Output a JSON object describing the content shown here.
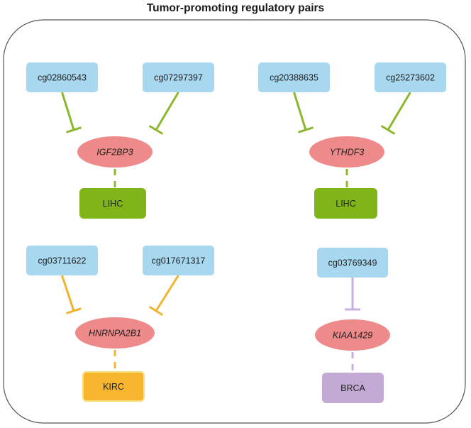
{
  "title": "Tumor-promoting regulatory pairs",
  "colors": {
    "probe_box": "#a8d8f0",
    "gene_ellipse": "#ee8a8a",
    "frame_stroke": "#555555"
  },
  "groups": [
    {
      "probes": [
        "cg02860543",
        "cg07297397"
      ],
      "gene": "IGF2BP3",
      "cancer": "LIHC",
      "edge_color": "#8bb82e",
      "cancer_fill": "#7fb519",
      "cancer_stroke": "#7fb519"
    },
    {
      "probes": [
        "cg20388635",
        "cg25273602"
      ],
      "gene": "YTHDF3",
      "cancer": "LIHC",
      "edge_color": "#8bb82e",
      "cancer_fill": "#7fb519",
      "cancer_stroke": "#7fb519"
    },
    {
      "probes": [
        "cg03711622",
        "cg017671317"
      ],
      "gene": "HNRNPA2B1",
      "cancer": "KIRC",
      "edge_color": "#f2b331",
      "cancer_fill": "#f7b530",
      "cancer_stroke": "#f5e07a"
    },
    {
      "probes": [
        "cg03769349"
      ],
      "gene": "KIAA1429",
      "cancer": "BRCA",
      "edge_color": "#c7b0d9",
      "cancer_fill": "#c2aad4",
      "cancer_stroke": "#c2aad4"
    }
  ]
}
